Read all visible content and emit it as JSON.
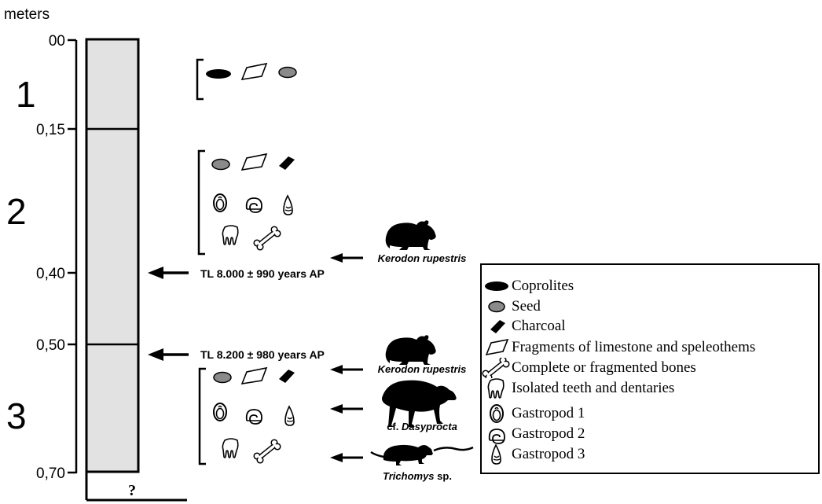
{
  "axis": {
    "unit_label": "meters"
  },
  "depth_ticks": [
    "00",
    "0,15",
    "0,40",
    "0,50",
    "0,70"
  ],
  "layers": [
    "1",
    "2",
    "3"
  ],
  "unknown_marker": "?",
  "dates": [
    {
      "label": "TL 8.000 ± 990 years AP",
      "depth": "0,40"
    },
    {
      "label": "TL 8.200 ± 980 years AP",
      "depth": "0,50"
    }
  ],
  "fauna": [
    {
      "genus": "Kerodon rupestris",
      "prefix": "",
      "suffix": "",
      "layer": "2"
    },
    {
      "genus": "Kerodon rupestris",
      "prefix": "",
      "suffix": "",
      "layer": "3"
    },
    {
      "genus": "Dasyprocta",
      "prefix": "cf. ",
      "suffix": "",
      "layer": "3"
    },
    {
      "genus": "Trichomys",
      "prefix": "",
      "suffix": " sp.",
      "layer": "3"
    }
  ],
  "legend": [
    {
      "icon": "coprolite-icon",
      "label": "Coprolites"
    },
    {
      "icon": "seed-icon",
      "label": "Seed"
    },
    {
      "icon": "charcoal-icon",
      "label": "Charcoal"
    },
    {
      "icon": "limestone-fragment-icon",
      "label": "Fragments of limestone and speleothems"
    },
    {
      "icon": "bone-icon",
      "label": "Complete or fragmented bones"
    },
    {
      "icon": "tooth-icon",
      "label": "Isolated teeth and dentaries"
    },
    {
      "icon": "gastropod-1-icon",
      "label": "Gastropod 1"
    },
    {
      "icon": "gastropod-2-icon",
      "label": "Gastropod 2"
    },
    {
      "icon": "gastropod-3-icon",
      "label": "Gastropod 3"
    }
  ],
  "colors": {
    "column_fill": "#e2e2e2",
    "seed_fill": "#8a8a8a",
    "ink": "#000000"
  }
}
